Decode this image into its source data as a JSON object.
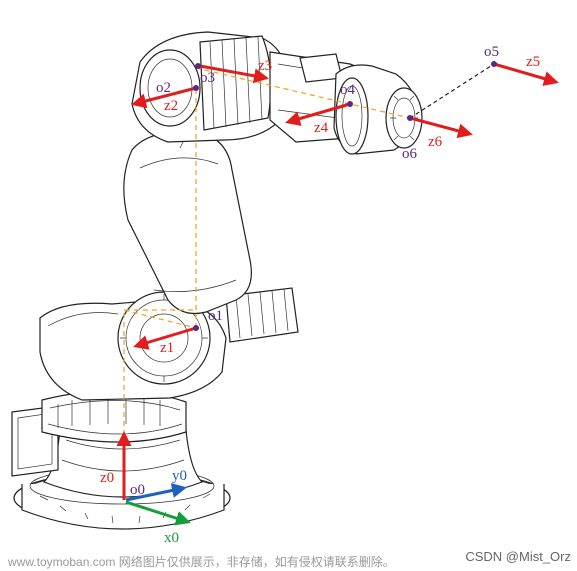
{
  "frames": {
    "o0": "o0",
    "x0": "x0",
    "y0": "y0",
    "z0": "z0",
    "o1": "o1",
    "z1": "z1",
    "o2": "o2",
    "z2": "z2",
    "o3": "o3",
    "z3": "z3",
    "o4": "o4",
    "z4": "z4",
    "o5": "o5",
    "z5": "z5",
    "o6": "o6",
    "z6": "z6"
  },
  "colors": {
    "z_axis": "#e11d1d",
    "x_axis": "#169c3a",
    "y_axis": "#1f5fbf",
    "origin": "#5a2a82",
    "link_line": "#f0a020"
  },
  "footer": {
    "watermark": "www.toymoban.com 网络图片仅供展示，非存储，如有侵权请联系删除。",
    "credit": "CSDN @Mist_Orz"
  }
}
